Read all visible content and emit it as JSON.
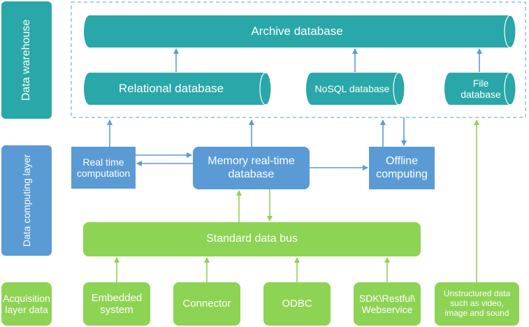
{
  "layers": {
    "warehouse": "Data warehouse",
    "computing": "Data computing layer",
    "acquisition": "Acquisition layer data"
  },
  "warehouse": {
    "archive": "Archive database",
    "relational": "Relational database",
    "nosql": "NoSQL database",
    "file": "File database"
  },
  "computing": {
    "realtime": "Real time computation",
    "memory": "Memory real-time database",
    "offline": "Offline computing"
  },
  "bus": "Standard data bus",
  "acquisition": {
    "embedded": "Embedded system",
    "connector": "Connector",
    "odbc": "ODBC",
    "sdk": "SDK\\Restful\\ Webservice",
    "unstructured": "Unstructured data such as video, image and sound"
  },
  "colors": {
    "teal": "#2aa7a8",
    "blue": "#5b9bd5",
    "green": "#8dd354",
    "arrow_blue": "#5b9bd5",
    "arrow_green": "#8dd354"
  }
}
